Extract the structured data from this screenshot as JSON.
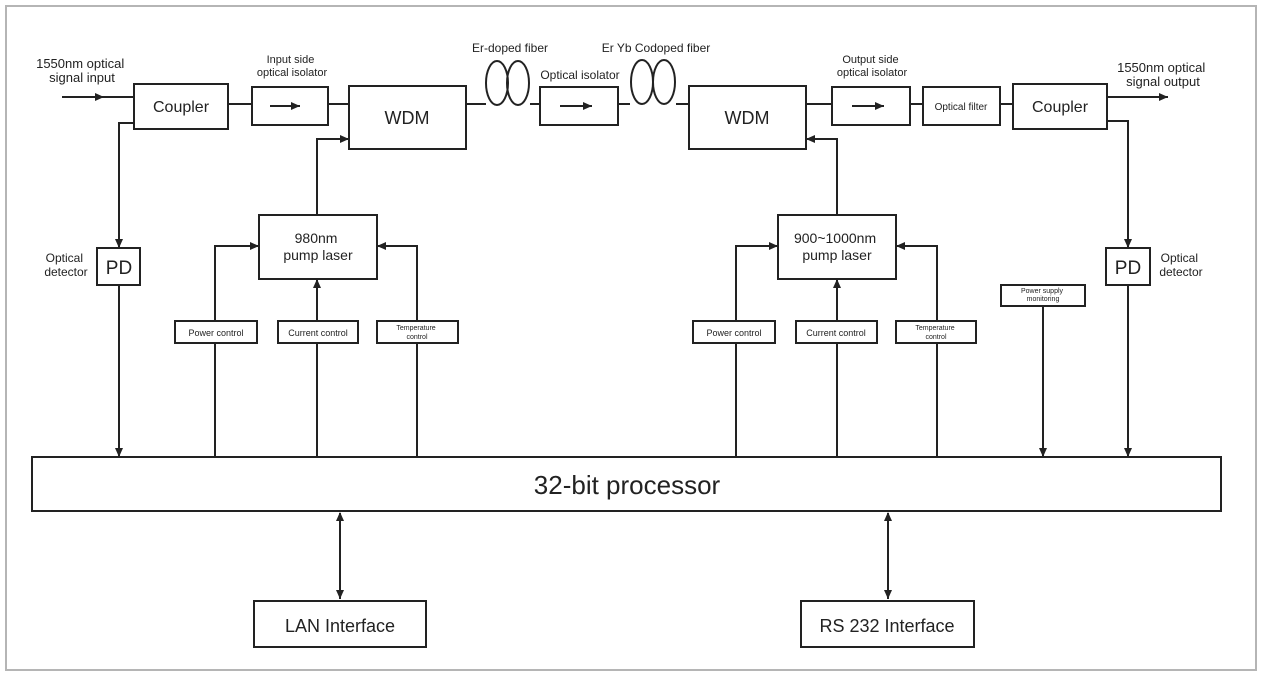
{
  "input_label": [
    "1550nm optical",
    "signal  input"
  ],
  "output_label": [
    "1550nm optical",
    "signal  output"
  ],
  "coupler_in": "Coupler",
  "coupler_out": "Coupler",
  "input_isolator_label": [
    "Input side",
    "optical isolator"
  ],
  "output_isolator_label": [
    "Output side",
    "optical isolator"
  ],
  "wdm_left": "WDM",
  "wdm_right": "WDM",
  "er_fiber_label": "Er-doped fiber",
  "eryb_fiber_label": "Er Yb Codoped fiber",
  "mid_isolator_label": "Optical isolator",
  "optical_filter": "Optical filter",
  "pd_left": "PD",
  "pd_right": "PD",
  "optical_detector_left": [
    "Optical",
    "detector"
  ],
  "optical_detector_right": [
    "Optical",
    "detector"
  ],
  "pump_left": [
    "980nm",
    "pump laser"
  ],
  "pump_right": [
    "900~1000nm",
    "pump laser"
  ],
  "power_control": "Power control",
  "current_control": "Current control",
  "temperature_control": [
    "Temperature",
    "control"
  ],
  "power_supply_monitoring": [
    "Power supply",
    "monitoring"
  ],
  "processor": "32-bit processor",
  "lan_interface": "LAN Interface",
  "rs232_interface": "RS 232 Interface"
}
